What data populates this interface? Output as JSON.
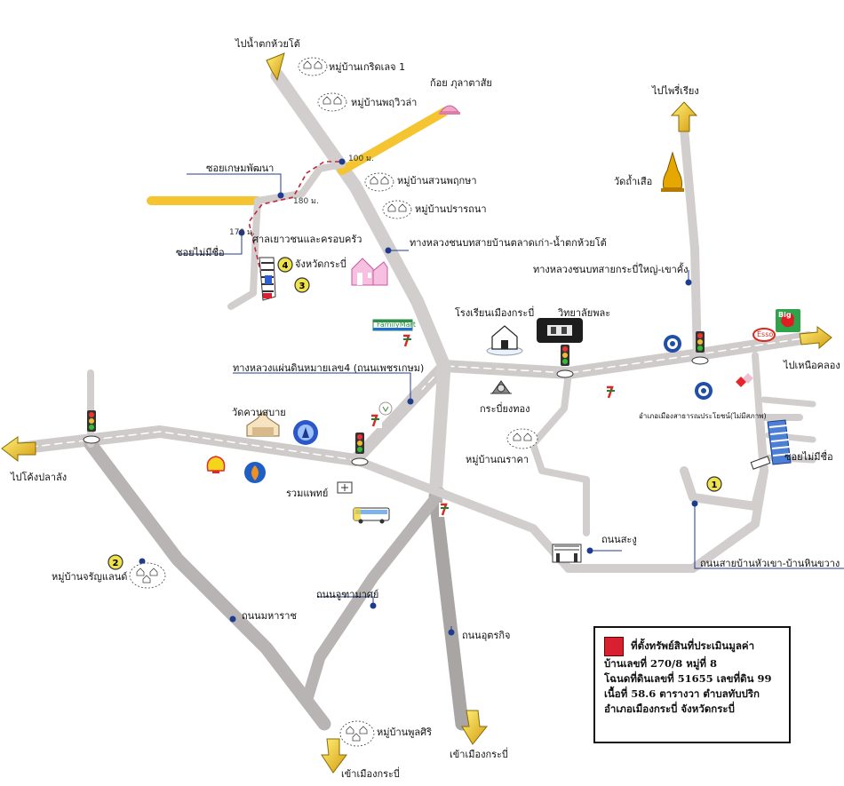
{
  "map": {
    "labels": {
      "to_huaito_falls": "ไปน้ำตกห้วยโต้",
      "krit_village": "หมู่บ้านเกริดเลจ 1",
      "phu_villa": "หมู่บ้านพฤวิวล่า",
      "college": "ก้อย ภุลาตาสัย",
      "to_phrue_riang": "ไปไพรี่เรียง",
      "wat_tham_suea": "วัดถ้ำเสือ",
      "soi_kasem": "ซอยเกษมพัฒนา",
      "suan_village": "หมู่บ้านสวนพฤกษา",
      "prarthana_village": "หมู่บ้านปรารถนา",
      "youth_court": "ศาลเยาวชนและครอบครัว",
      "krabi_province": "จังหวัดกระบี่",
      "soi_mai_mi_chue_left": "ซอยไม่มีชื่อ",
      "rural_road_1": "ทางหลวงชนบทสายบ้านตลาดเก่า-น้ำตกห้วยโต้",
      "rural_road_2": "ทางหลวงชนบทสายกระบี่ใหญ่-เขาคั้ง",
      "krabi_school": "โรงเรียนเมืองกระบี่",
      "college_2": "วิทยาลัยพละ",
      "to_nuea_khlong": "ไปเหนือคลอง",
      "highway_4": "ทางหลวงแผ่นดินหมายเลข4 (ถนนเพชรเกษม)",
      "krabi_thong": "กระบี่ยงทอง",
      "wat_khuan": "วัดควนสบาย",
      "public_health": "อำเภอเมืองสาธารณประโยชน์(ไม่มีสภาพ)",
      "soi_mai_mi_chue_right": "ซอยไม่มีชื่อ",
      "na_rakha_village": "หมู่บ้านณราคา",
      "to_khlong_lalang": "ไปโค้งปลาลัง",
      "ruam_phaet": "รวมแพทย์",
      "thanon_satung": "ถนนสะงู",
      "huay_khao_road": "ถนนสายบ้านหัวเขา-บ้านหินขวาง",
      "charoen_land": "หมู่บ้านจรัญแลนด์",
      "thanon_chukmat": "ถนนจูฑามาศย์",
      "thanon_maharat": "ถนนมหาราช",
      "thanon_uttarakit": "ถนนอุตรกิจ",
      "phunsiri_village": "หมู่บ้านพูลศิริ",
      "to_krabi_town_1": "เข้าเมืองกระบี่",
      "to_krabi_town_2": "เข้าเมืองกระบี่",
      "familymart": "FamilyMart",
      "big_c": "Big",
      "esso": "Esso"
    },
    "distances": {
      "d100": "100 ม.",
      "d180": "180 ม.",
      "d170": "170 ม."
    },
    "markers": {
      "m1": "1",
      "m2": "2",
      "m3": "3",
      "m4": "4"
    },
    "legend": {
      "title": "ที่ตั้งทรัพย์สินที่ประเมินมูลค่า",
      "line1": "บ้านเลขที่ 270/8 หมู่ที่ 8",
      "line2": "โฉนดที่ดินเลขที่ 51655 เลขที่ดิน 99",
      "line3": "เนื้อที่ 58.6 ตารางวา ตำบลทับปริก",
      "line4": "อำเภอเมืองกระบี่ จังหวัดกระบี่"
    },
    "colors": {
      "road": "#d6d2d2",
      "road_dark": "#9a9696",
      "highlight_road": "#f4c531",
      "route": "#c0273a",
      "arrow": "#f0c21c",
      "leader": "#1f3b8f",
      "property": "#d92030"
    }
  }
}
